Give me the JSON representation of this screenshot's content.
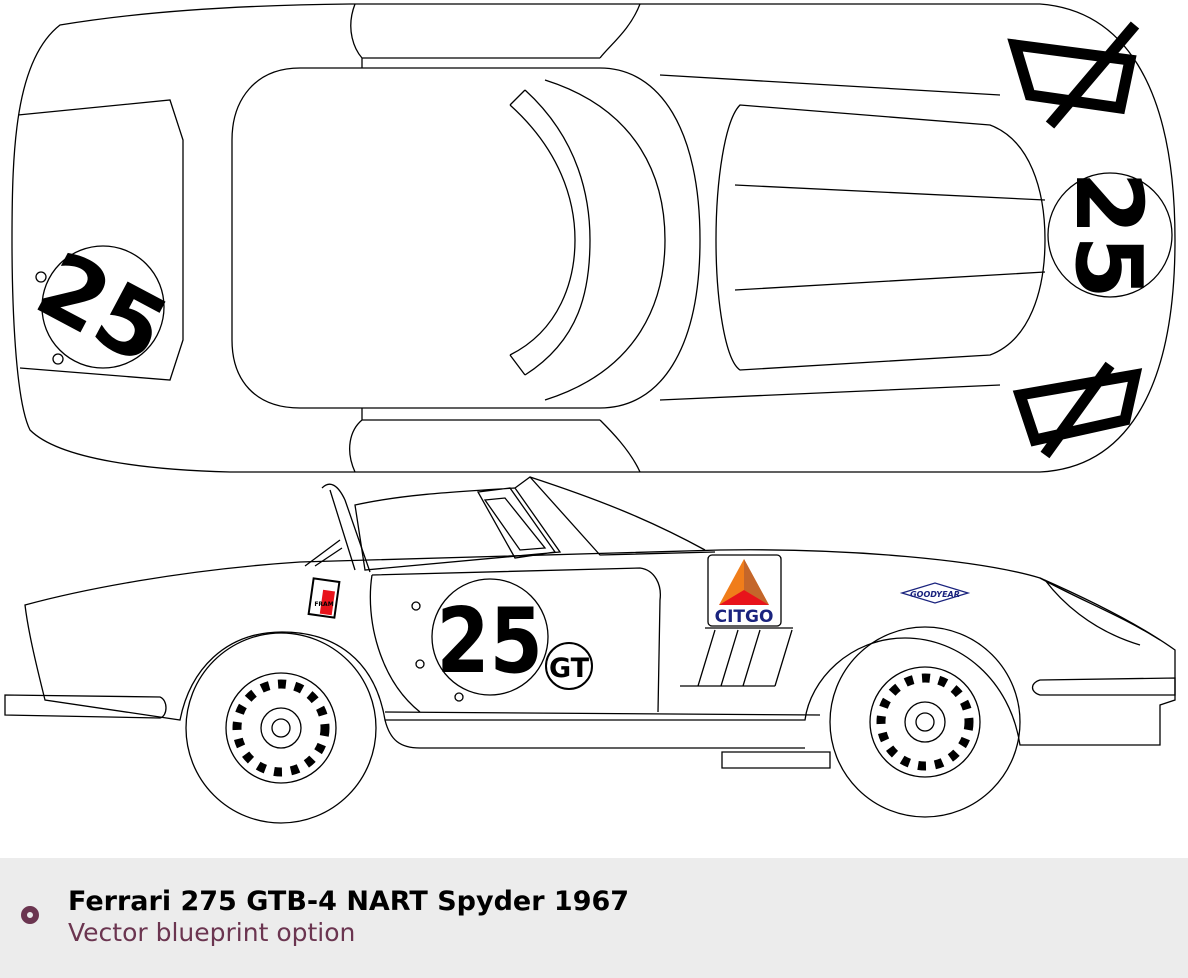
{
  "drawing": {
    "race_number": "25",
    "class_badge": "GT",
    "sponsor_citgo": "CITGO",
    "sponsor_goodyear": "GOODYEAR",
    "sponsor_fram": "FRAM",
    "colors": {
      "citgo_orange": "#f07d1a",
      "citgo_red": "#e8131b",
      "citgo_blue": "#1a237e",
      "fram_red": "#e8131b"
    }
  },
  "caption": {
    "title": "Ferrari 275 GTB-4 NART Spyder 1967",
    "subtitle": "Vector blueprint option",
    "accent_color": "#6b3550"
  }
}
